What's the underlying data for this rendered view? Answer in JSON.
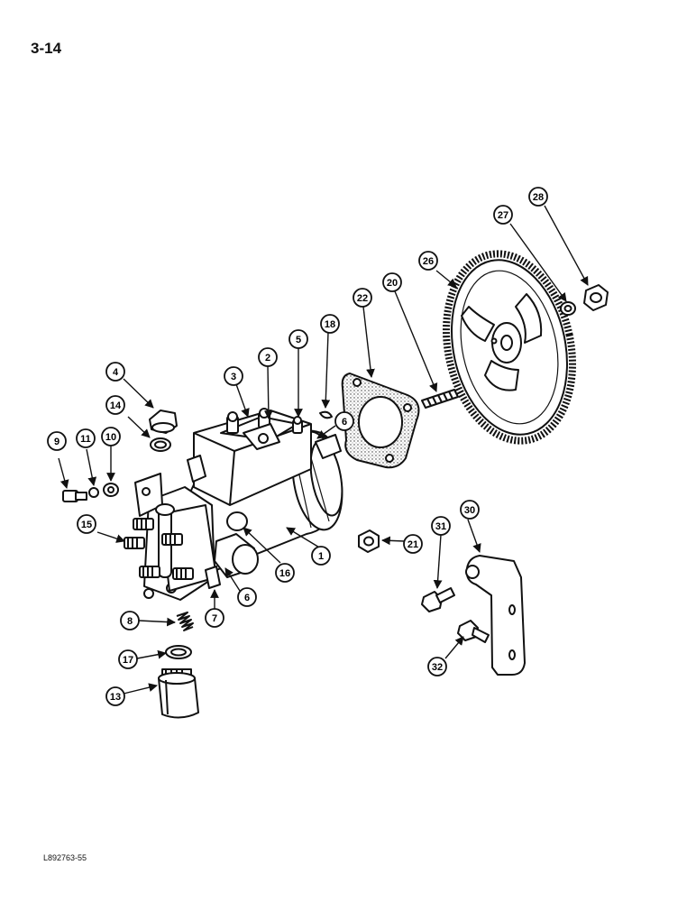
{
  "page_number": "3-14",
  "figure_code": "L892763-55",
  "callouts": [
    "1",
    "2",
    "3",
    "4",
    "5",
    "6",
    "6",
    "7",
    "8",
    "9",
    "10",
    "11",
    "13",
    "14",
    "15",
    "16",
    "17",
    "18",
    "20",
    "21",
    "22",
    "26",
    "27",
    "28",
    "30",
    "31",
    "32"
  ]
}
